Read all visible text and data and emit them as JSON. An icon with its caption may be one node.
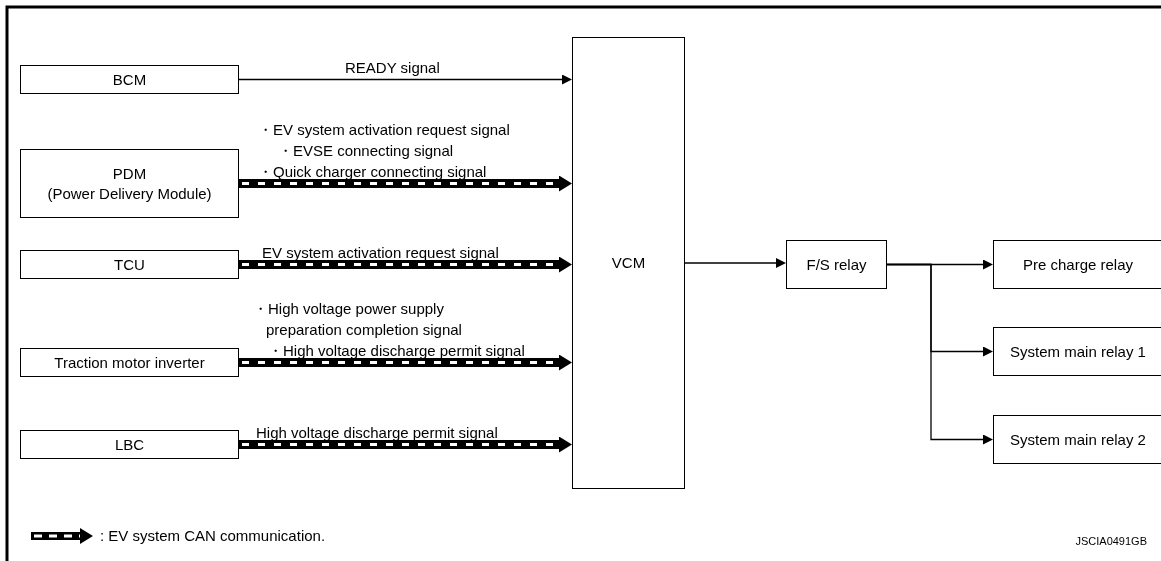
{
  "diagram": {
    "nodes": [
      {
        "text": [
          "BCM"
        ]
      },
      {
        "text": [
          "PDM",
          "(Power Delivery Module)"
        ]
      },
      {
        "text": [
          "TCU"
        ]
      },
      {
        "text": [
          "Traction motor inverter"
        ]
      },
      {
        "text": [
          "LBC"
        ]
      },
      {
        "text": [
          "VCM"
        ]
      },
      {
        "text": [
          "F/S relay"
        ]
      },
      {
        "text": [
          "Pre charge relay"
        ]
      },
      {
        "text": [
          "System main relay 1"
        ]
      },
      {
        "text": [
          "System main relay 2"
        ]
      }
    ],
    "edges": [
      {
        "from": 0,
        "to": 5,
        "arrow": "to",
        "label": "READY signal"
      },
      {
        "from": 1,
        "to": 5,
        "arrow": "to",
        "style": "thick",
        "label": "・EV system activation request signal ・EVSE connecting signal ・Quick charger connecting signal"
      },
      {
        "from": 2,
        "to": 5,
        "arrow": "to",
        "style": "thick",
        "label": "EV system activation request signal"
      },
      {
        "from": 3,
        "to": 5,
        "arrow": "to",
        "style": "thick",
        "label": "・High voltage power supply preparation completion signal ・High voltage discharge permit signal"
      },
      {
        "from": 4,
        "to": 5,
        "arrow": "to",
        "style": "thick",
        "label": "High voltage discharge permit signal"
      },
      {
        "from": 5,
        "to": 6,
        "arrow": "to"
      },
      {
        "from": 6,
        "to": 7,
        "arrow": "to"
      },
      {
        "from": 6,
        "to": 8,
        "arrow": "to"
      },
      {
        "from": 6,
        "to": 9,
        "arrow": "to"
      }
    ],
    "labels": [
      "JSCIA0491GB"
    ],
    "legend": [
      {
        "text": ": EV system CAN communication."
      }
    ]
  }
}
